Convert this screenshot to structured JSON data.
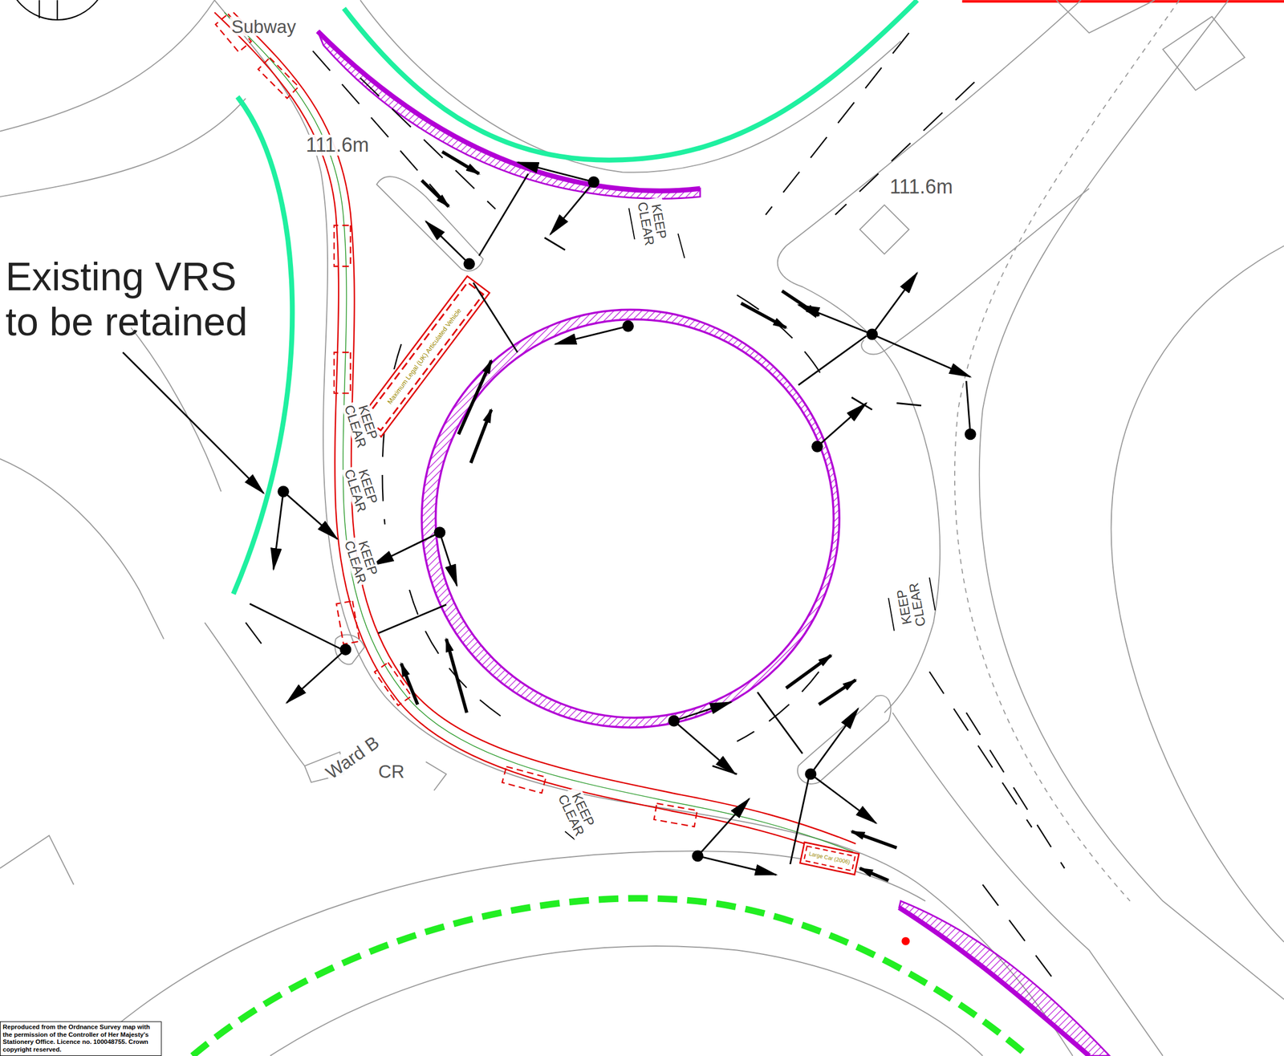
{
  "diagram": {
    "nodes": [
      {
        "text": [
          "Reproduced from the Ordnance Survey map with the permission of the Controller of Her Majesty's Stationery Office. Licence no. 100048755. Crown copyright reserved."
        ]
      }
    ],
    "labels": [
      "Subway",
      "111.6m",
      "111.6m",
      "Existing VRS to be retained",
      "KEEP CLEAR",
      "KEEP CLEAR",
      "KEEP CLEAR",
      "KEEP CLEAR",
      "KEEP CLEAR",
      "KEEP CLEAR",
      "Ward B",
      "CR",
      "Maximum Legal (UK) Articulated Vehicle",
      "Large Car (2006)"
    ]
  }
}
